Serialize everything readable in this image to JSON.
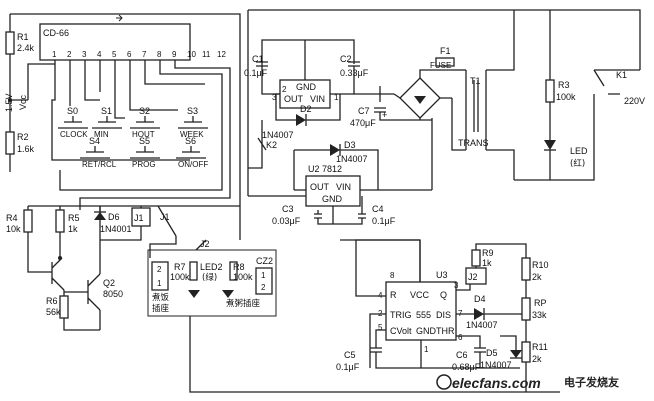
{
  "ics": {
    "cd66": {
      "name": "CD-66"
    },
    "u2": {
      "name": "U2",
      "part": "7812",
      "out": "OUT",
      "vin": "VIN",
      "gnd": "GND"
    },
    "d2reg": {
      "name": "D2",
      "part": "1N4007",
      "out": "OUT",
      "vin": "VIN",
      "gnd": "GND"
    },
    "u3": {
      "name": "U3",
      "part": "555",
      "vcc": "VCC",
      "r": "R",
      "q": "Q",
      "trig": "TRIG",
      "dis": "DIS",
      "cvolt": "CVolt",
      "gnd": "GND",
      "thr": "THR"
    }
  },
  "cd66_pins": [
    "1",
    "2",
    "3",
    "4",
    "5",
    "6",
    "7",
    "8",
    "9",
    "10",
    "11",
    "12"
  ],
  "u3_pins": {
    "p8": "8",
    "p3": "3",
    "p4": "4",
    "p2": "2",
    "p7": "7",
    "p5": "5",
    "p1": "1",
    "p6": "6"
  },
  "vreg_pins": {
    "p1": "1",
    "p2": "2",
    "p3": "3"
  },
  "components": {
    "r1": {
      "name": "R1",
      "value": "2.4k"
    },
    "r2": {
      "name": "R2",
      "value": "1.6k"
    },
    "vcc": {
      "voltage": "1.5V",
      "label": "Vcc"
    },
    "r3": {
      "name": "R3",
      "value": "100k"
    },
    "r4": {
      "name": "R4",
      "value": "10k"
    },
    "r5": {
      "name": "R5",
      "value": "1k"
    },
    "r6": {
      "name": "R6",
      "value": "56k"
    },
    "r7": {
      "name": "R7",
      "value": "100k"
    },
    "r8": {
      "name": "R8",
      "value": "100k"
    },
    "r9": {
      "name": "R9",
      "value": "1k"
    },
    "r10": {
      "name": "R10",
      "value": "2k"
    },
    "r11": {
      "name": "R11",
      "value": "2k"
    },
    "rp": {
      "name": "RP",
      "value": "33k"
    },
    "c1": {
      "name": "C1",
      "value": "0.1μF"
    },
    "c2": {
      "name": "C2",
      "value": "0.33μF"
    },
    "c3": {
      "name": "C3",
      "value": "0.03μF"
    },
    "c4": {
      "name": "C4",
      "value": "0.1μF"
    },
    "c5": {
      "name": "C5",
      "value": "0.1μF"
    },
    "c6": {
      "name": "C6",
      "value": "0.68μF"
    },
    "c7": {
      "name": "C7",
      "value": "470μF"
    },
    "d3": {
      "name": "D3",
      "value": "1N4007"
    },
    "d4": {
      "name": "D4",
      "value": "1N4007"
    },
    "d5": {
      "name": "D5",
      "value": "1N4007"
    },
    "d6": {
      "name": "D6",
      "value": "1N4001"
    },
    "q2": {
      "name": "Q2",
      "value": "8050"
    },
    "f1": {
      "name": "F1",
      "value": "FUSE"
    },
    "t1": {
      "name": "T1",
      "value": "TRANS"
    },
    "k1": {
      "name": "K1",
      "value": "220V"
    },
    "k2": {
      "name": "K2"
    },
    "j1": {
      "name": "J1"
    },
    "j1b": {
      "name": "J1"
    },
    "j2": {
      "name": "J2"
    },
    "j2b": {
      "name": "J2"
    },
    "led": {
      "name": "LED",
      "note": "(红)"
    },
    "led2": {
      "name": "LED2",
      "note": "(绿)"
    },
    "cz2": {
      "name": "CZ2"
    },
    "sock1": {
      "label": "煮饭\n插座",
      "pin1": "1",
      "pin2": "2"
    },
    "sock2": {
      "label": "煮粥插座",
      "pin1": "1",
      "pin2": "2"
    }
  },
  "switches": [
    {
      "name": "S0",
      "label": "CLOCK"
    },
    {
      "name": "S1",
      "label": "MIN"
    },
    {
      "name": "S2",
      "label": "HOUT"
    },
    {
      "name": "S3",
      "label": "WEEK"
    },
    {
      "name": "S4",
      "label": "RET/RCL"
    },
    {
      "name": "S5",
      "label": "PROG"
    },
    {
      "name": "S6",
      "label": "ON/OFF"
    }
  ],
  "watermark": {
    "site": "elecfans.com",
    "cn": "电子发烧友"
  }
}
